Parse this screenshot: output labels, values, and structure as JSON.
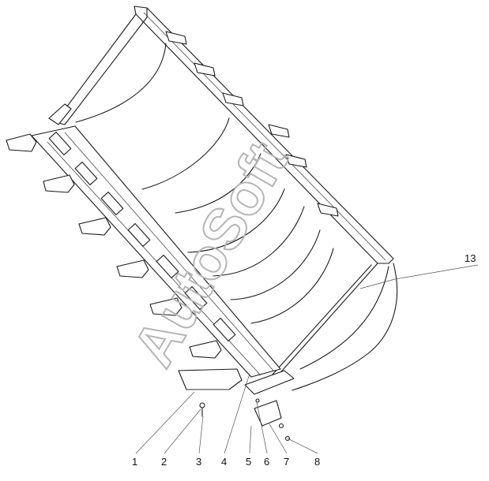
{
  "callouts": [
    {
      "id": "c1",
      "text": "1"
    },
    {
      "id": "c2",
      "text": "2"
    },
    {
      "id": "c3",
      "text": "3"
    },
    {
      "id": "c4",
      "text": "4"
    },
    {
      "id": "c5",
      "text": "5"
    },
    {
      "id": "c6",
      "text": "6"
    },
    {
      "id": "c7",
      "text": "7"
    },
    {
      "id": "c8",
      "text": "8"
    },
    {
      "id": "c13",
      "text": "13"
    }
  ],
  "watermark": "AutoSoft",
  "colors": {
    "line": "#1a1a1a",
    "watermark": "#b5b5b5",
    "background": "#ffffff"
  }
}
